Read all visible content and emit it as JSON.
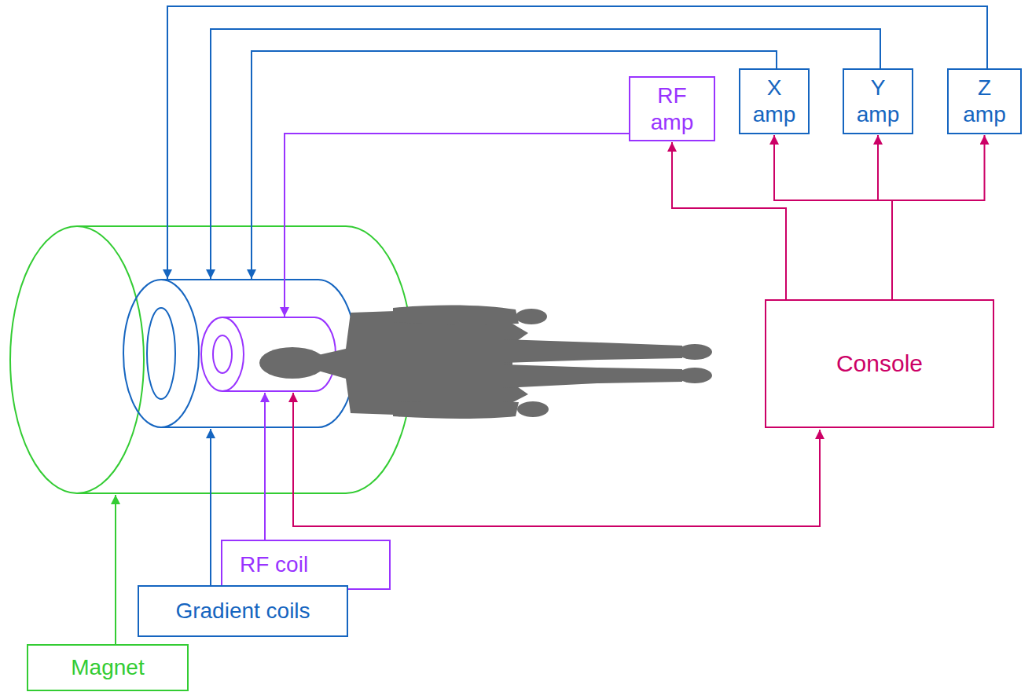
{
  "diagram": {
    "nodes": [
      {
        "text": [
          "X amp"
        ]
      },
      {
        "text": [
          "Y amp"
        ]
      },
      {
        "text": [
          "Z amp"
        ]
      },
      {
        "text": [
          "RF amp"
        ]
      },
      {
        "text": [
          "Console"
        ]
      },
      {
        "text": [
          "RF coil"
        ]
      },
      {
        "text": [
          "Gradient coils"
        ]
      },
      {
        "text": [
          "Magnet"
        ]
      }
    ],
    "edges": [
      {
        "from": 4,
        "to": 0,
        "arrow": "to"
      },
      {
        "from": 4,
        "to": 1,
        "arrow": "to"
      },
      {
        "from": 4,
        "to": 2,
        "arrow": "to"
      },
      {
        "from": 4,
        "to": 3,
        "arrow": "to"
      }
    ]
  }
}
